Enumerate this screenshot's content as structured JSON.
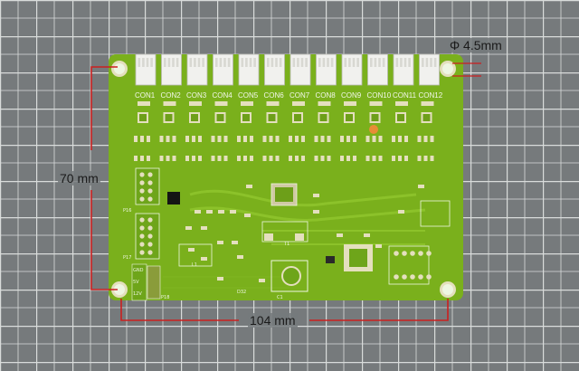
{
  "colors": {
    "mat": "#767a7c",
    "grid": "#d9dcdb",
    "pcb": "#7ab01c",
    "pcb_trace": "#8cc22a",
    "copper": "#e4dfbe",
    "dimension_line": "#cc1f1f",
    "silkscreen": "#eef6e2",
    "led": "#f38a3a"
  },
  "dimensions": {
    "hole": "Φ 4.5mm",
    "height": "70 mm",
    "width": "104 mm"
  },
  "connectors": [
    "CON1",
    "CON2",
    "CON3",
    "CON4",
    "CON5",
    "CON6",
    "CON7",
    "CON8",
    "CON9",
    "CON10",
    "CON11",
    "CON12"
  ],
  "power_labels": [
    "GND",
    "5V",
    "12V"
  ],
  "silkscreen_labels": [
    "P16",
    "P17",
    "P18",
    "D32",
    "L1",
    "T1",
    "C1"
  ]
}
